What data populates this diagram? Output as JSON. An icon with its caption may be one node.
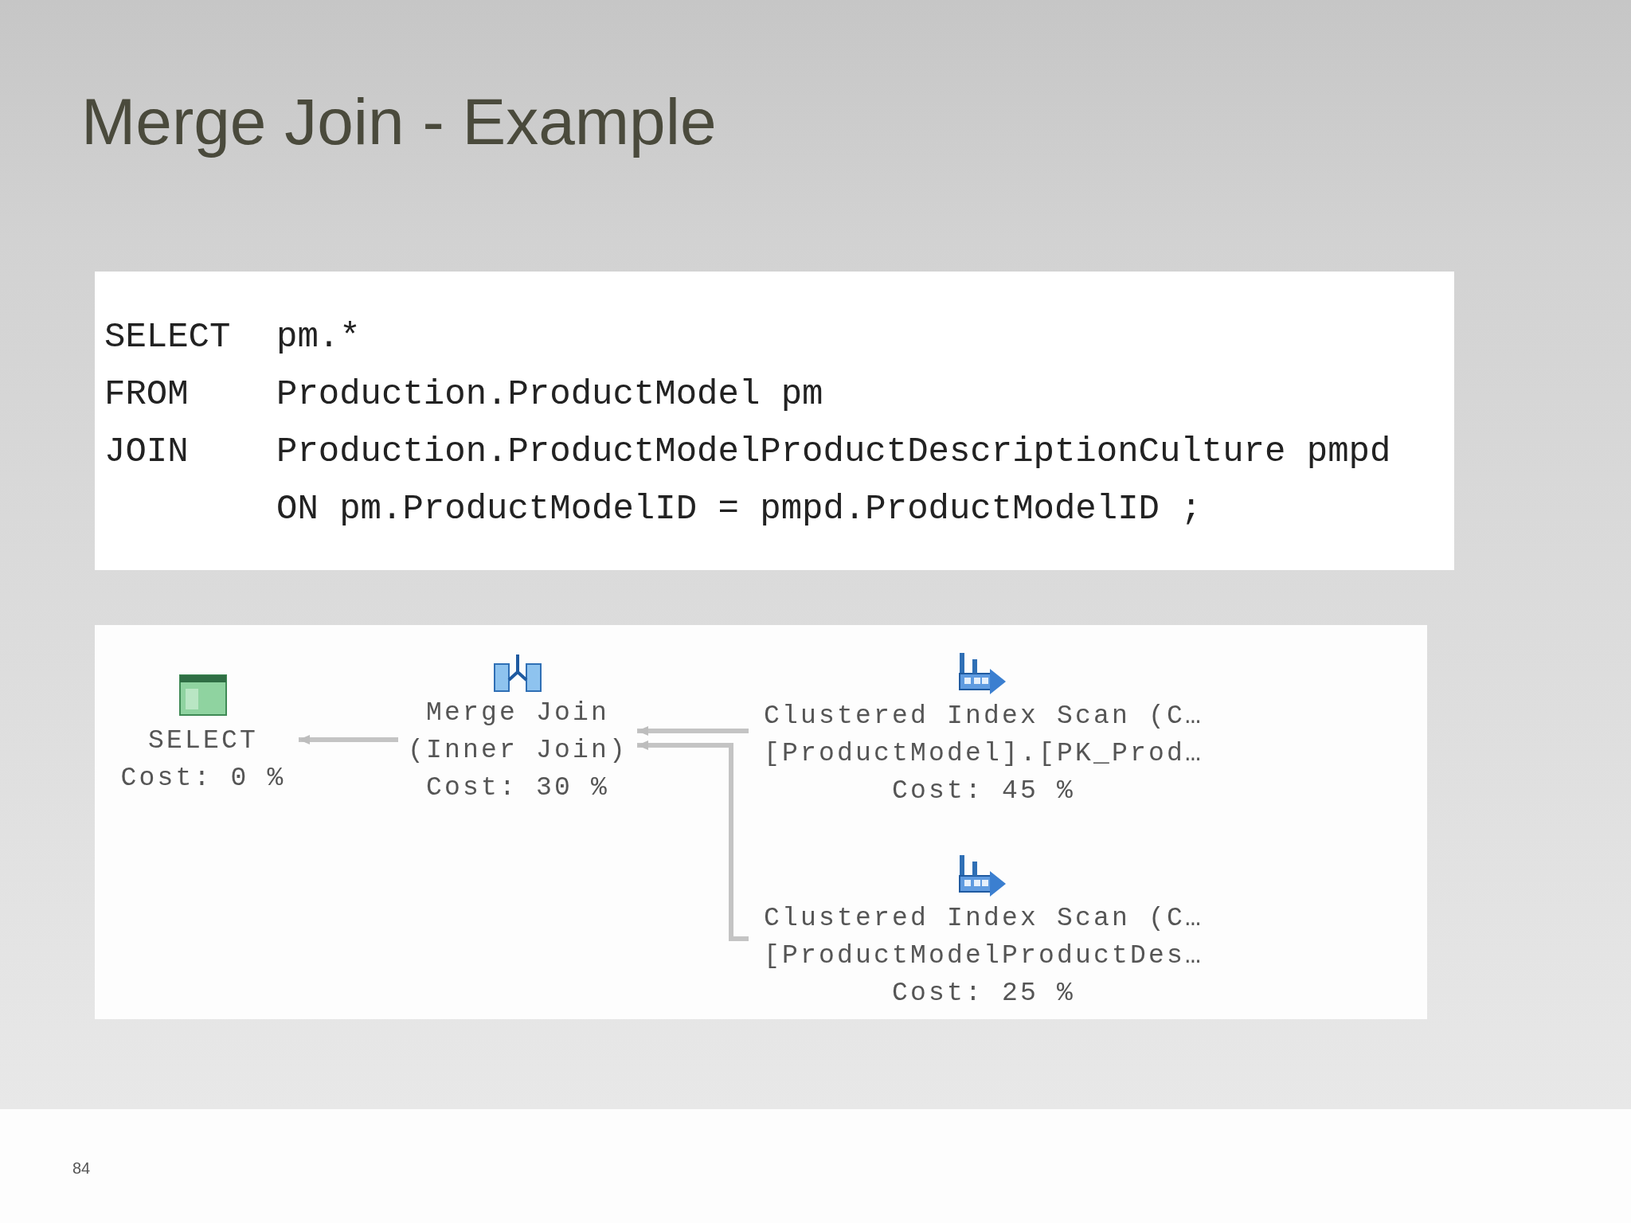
{
  "diagram": {
    "title": "Merge Join - Example",
    "nodes": [
      {
        "text": [
          "SELECT",
          "Cost: 0 %"
        ]
      },
      {
        "text": [
          "Merge Join",
          "(Inner Join)",
          "Cost: 30 %"
        ]
      },
      {
        "text": [
          "Clustered Index Scan (C…",
          "[ProductModel].[PK_Prod…",
          "Cost: 45 %"
        ]
      },
      {
        "text": [
          "Clustered Index Scan (C…",
          "[ProductModelProductDes…",
          "Cost: 25 %"
        ]
      }
    ],
    "edges": [
      {
        "from": 1,
        "to": 0,
        "arrow": "to"
      },
      {
        "from": 2,
        "to": 1,
        "arrow": "to"
      },
      {
        "from": 3,
        "to": 1,
        "arrow": "to"
      }
    ],
    "labels": [
      "SELECT",
      "pm.*",
      "FROM",
      "Production.ProductModel pm",
      "JOIN",
      "Production.ProductModelProductDescriptionCulture pmpd",
      "ON pm.ProductModelID = pmpd.ProductModelID ;",
      "84"
    ]
  }
}
